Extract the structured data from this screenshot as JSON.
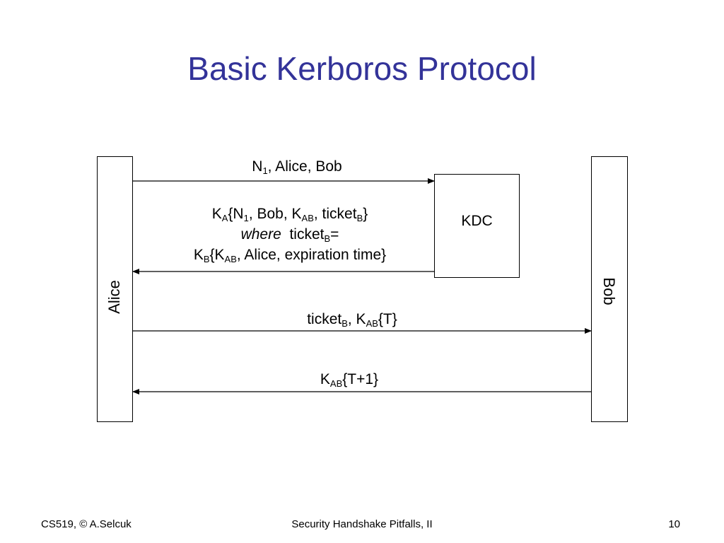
{
  "slide": {
    "title": "Basic Kerboros Protocol"
  },
  "diagram": {
    "alice_label": "Alice",
    "bob_label": "Bob",
    "kdc_label": "KDC",
    "msg1": {
      "n": "N",
      "n_sub": "1",
      "rest": ", Alice, Bob"
    },
    "msg2": {
      "line1": {
        "k": "K",
        "k_sub": "A",
        "a": "{N",
        "a_sub": "1",
        "b": ", Bob, K",
        "b_sub": "AB",
        "c": ", ticket",
        "c_sub": "B",
        "d": "}"
      },
      "line2": {
        "where": "where",
        "ticket": "ticket",
        "ticket_sub": "B",
        "eq": "="
      },
      "line3": {
        "k": "K",
        "k_sub": "B",
        "a": "{K",
        "a_sub": "AB",
        "b": ", Alice, expiration time}"
      }
    },
    "msg3": {
      "ticket": "ticket",
      "ticket_sub": "B",
      "k": ", K",
      "k_sub": "AB",
      "rest": "{T}"
    },
    "msg4": {
      "k": "K",
      "k_sub": "AB",
      "rest": "{T+1}"
    }
  },
  "footer": {
    "left": "CS519, © A.Selcuk",
    "center": "Security Handshake Pitfalls, II",
    "page_number": "10"
  }
}
